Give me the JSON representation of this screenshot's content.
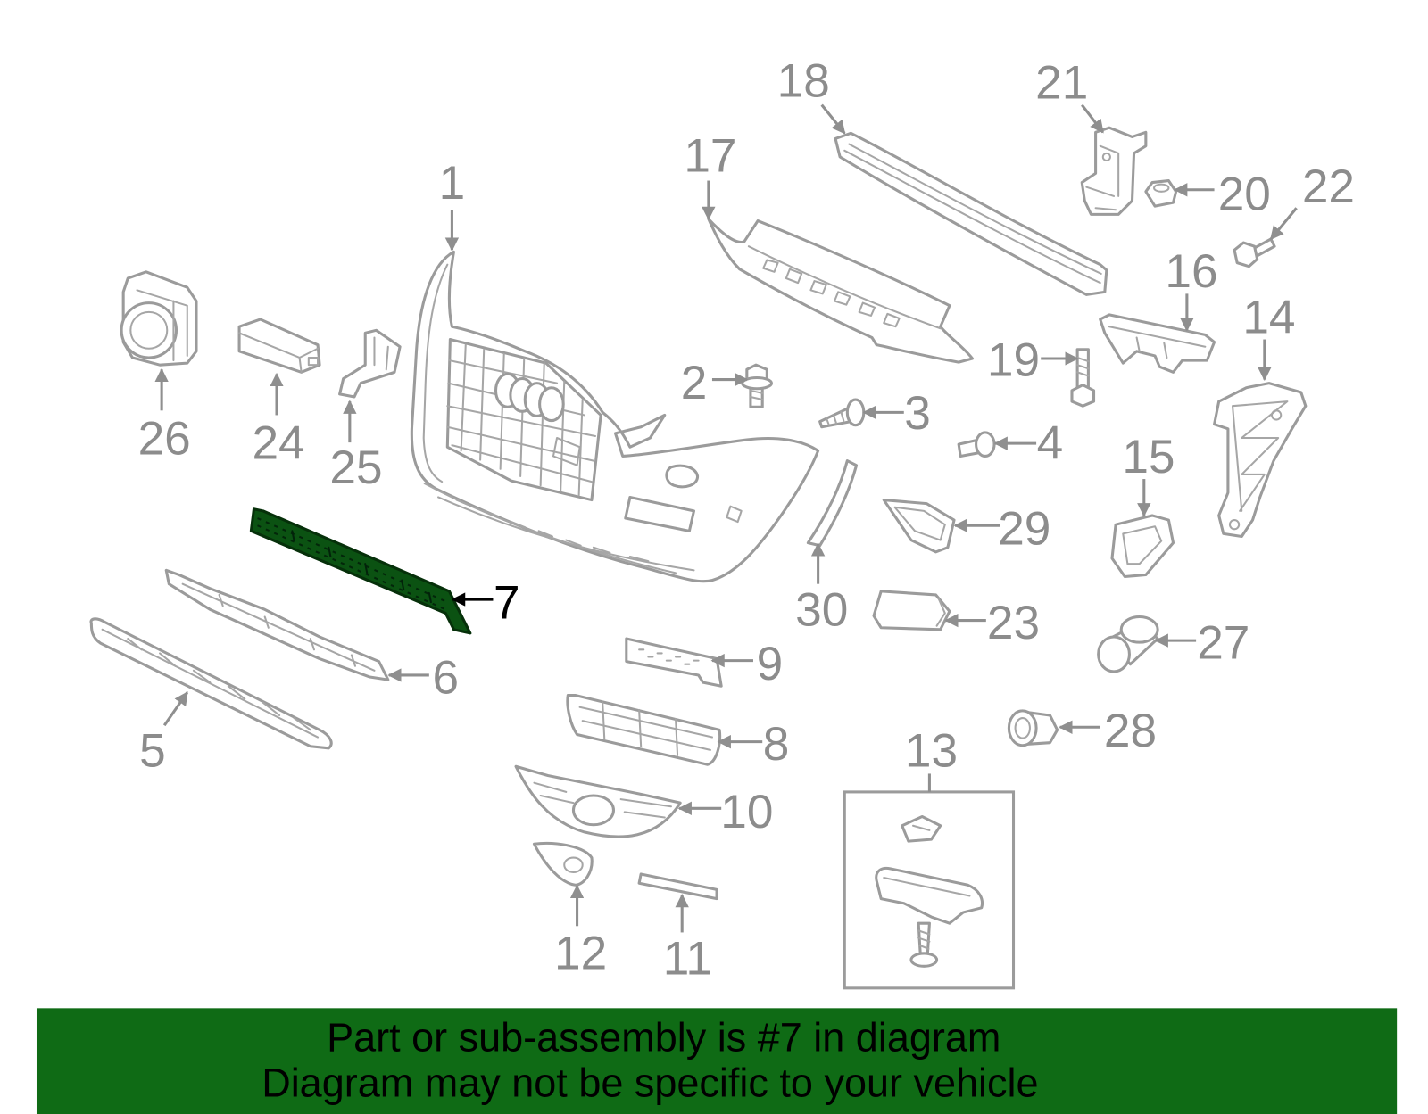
{
  "diagram": {
    "callouts": {
      "c1": "1",
      "c2": "2",
      "c3": "3",
      "c4": "4",
      "c5": "5",
      "c6": "6",
      "c7": "7",
      "c8": "8",
      "c9": "9",
      "c10": "10",
      "c11": "11",
      "c12": "12",
      "c13": "13",
      "c14": "14",
      "c15": "15",
      "c16": "16",
      "c17": "17",
      "c18": "18",
      "c19": "19",
      "c20": "20",
      "c21": "21",
      "c22": "22",
      "c23": "23",
      "c24": "24",
      "c25": "25",
      "c26": "26",
      "c27": "27",
      "c28": "28",
      "c29": "29",
      "c30": "30"
    }
  },
  "banner": {
    "line1": "Part or sub-assembly is #7 in diagram",
    "line2": "Diagram may not be specific to your vehicle"
  },
  "colors": {
    "highlight": "#0b5212",
    "banner": "#0f6b15",
    "linework": "#9b9b9b",
    "callout_text": "#8c8c8c"
  }
}
